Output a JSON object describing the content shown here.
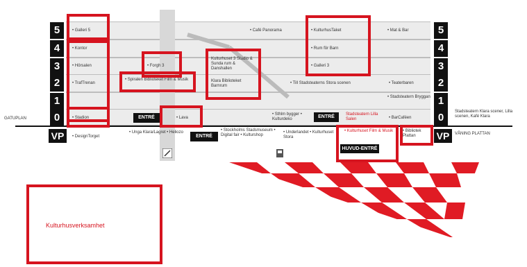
{
  "floors": [
    {
      "number": "5",
      "right_number": "5"
    },
    {
      "number": "4",
      "right_number": "4"
    },
    {
      "number": "3",
      "right_number": "3"
    },
    {
      "number": "2",
      "right_number": "2"
    },
    {
      "number": "1",
      "right_number": "1"
    },
    {
      "number": "0",
      "right_number": "0"
    }
  ],
  "vp_label": "VP",
  "left_side_label": "GATUPLAN",
  "right_side_label_0": "Stadsteatern Klara scener, Lilla scenen, Kafé Klara",
  "right_side_label_vp": "VÅNING PLATTAN",
  "labels": {
    "galleri5": "• Galleri 5",
    "cafe_panorama": "• Café Panorama",
    "kulturhustaket": "• KulturhusTaket",
    "mat_bar": "• Mat & Bar",
    "kontor": "• Kontor",
    "rum_for_barn": "• Rum för Barn",
    "horsalen": "• Hörsalen",
    "forgh3": "• Forgh 3",
    "kulturhuset3": "Kulturhuset 3 Studio & Sunda rum & Danshallen",
    "galleri3": "• Galleri 3",
    "trafrenan": "• TrafTrenan",
    "spiralen": "• Spiralen Biblioteket Film & Musik",
    "klarabiblioteket": "Klara Biblioteket Barnrum",
    "stadsteaterns_scen": "• Till Stadsteaterns Stora scenen",
    "teaterbaren": "• Teaterbaren",
    "stadsteatern_bryggan": "• Stadsteatern Bryggan",
    "stadion": "• Stadion",
    "lava": "• Lava",
    "sthlm_bygger": "• Sthlm bygger • Kulturdeko",
    "stadsteatern_lilla": "Stadsteatern Lilla Salen",
    "barcafeen": "• BarCaféen",
    "designtorget": "• DesignTorget",
    "unga_klara": "• Unga Klara/Lagret • Heliozo",
    "stockholms_stadsmuseum": "• Stockholms Stadsmuseum • Digital fair • Kulturshop",
    "underlandet": "• Underlandet • Kulturhuset Stora",
    "kulturhuset_film": "• Kulturhuset Film & Musik",
    "biblioteket_plattan": "• Bibliotek Plattan"
  },
  "entre_labels": {
    "entre_0": "ENTRÉ",
    "entre_vp": "ENTRÉ",
    "entre_right": "ENTRÉ",
    "huvudentre": "HUVUD-ENTRÉ"
  },
  "legend": {
    "text": "Kulturhusverksamhet"
  },
  "colors": {
    "accent_red": "#d6141f",
    "black": "#111111"
  }
}
